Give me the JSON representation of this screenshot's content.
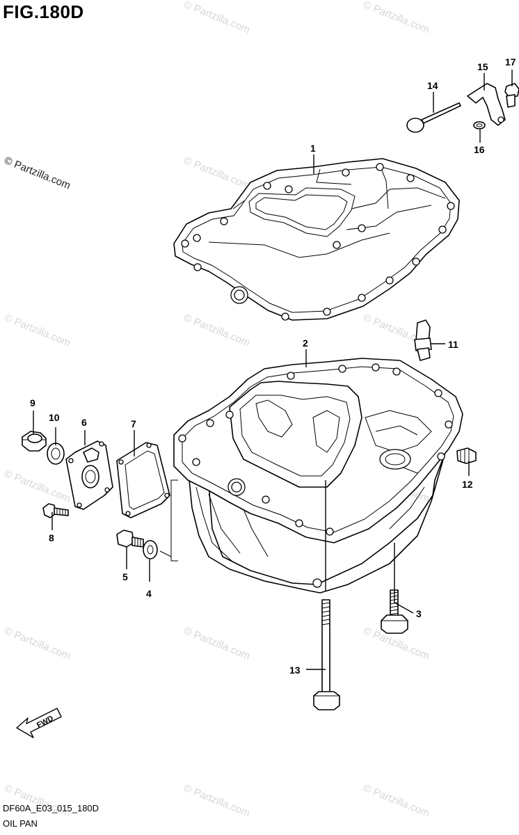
{
  "figure": {
    "title": "FIG.180D",
    "code": "DF60A_E03_015_180D",
    "caption": "OIL PAN"
  },
  "watermarks": {
    "top_left": "© Partzilla.com",
    "repeat": "© Partzilla.com"
  },
  "callouts": {
    "p1": "1",
    "p2": "2",
    "p3": "3",
    "p4": "4",
    "p5": "5",
    "p6": "6",
    "p7": "7",
    "p8": "8",
    "p9": "9",
    "p10": "10",
    "p11": "11",
    "p12": "12",
    "p13": "13",
    "p14": "14",
    "p15": "15",
    "p16": "16",
    "p17": "17"
  },
  "fwd_label": "FWD"
}
